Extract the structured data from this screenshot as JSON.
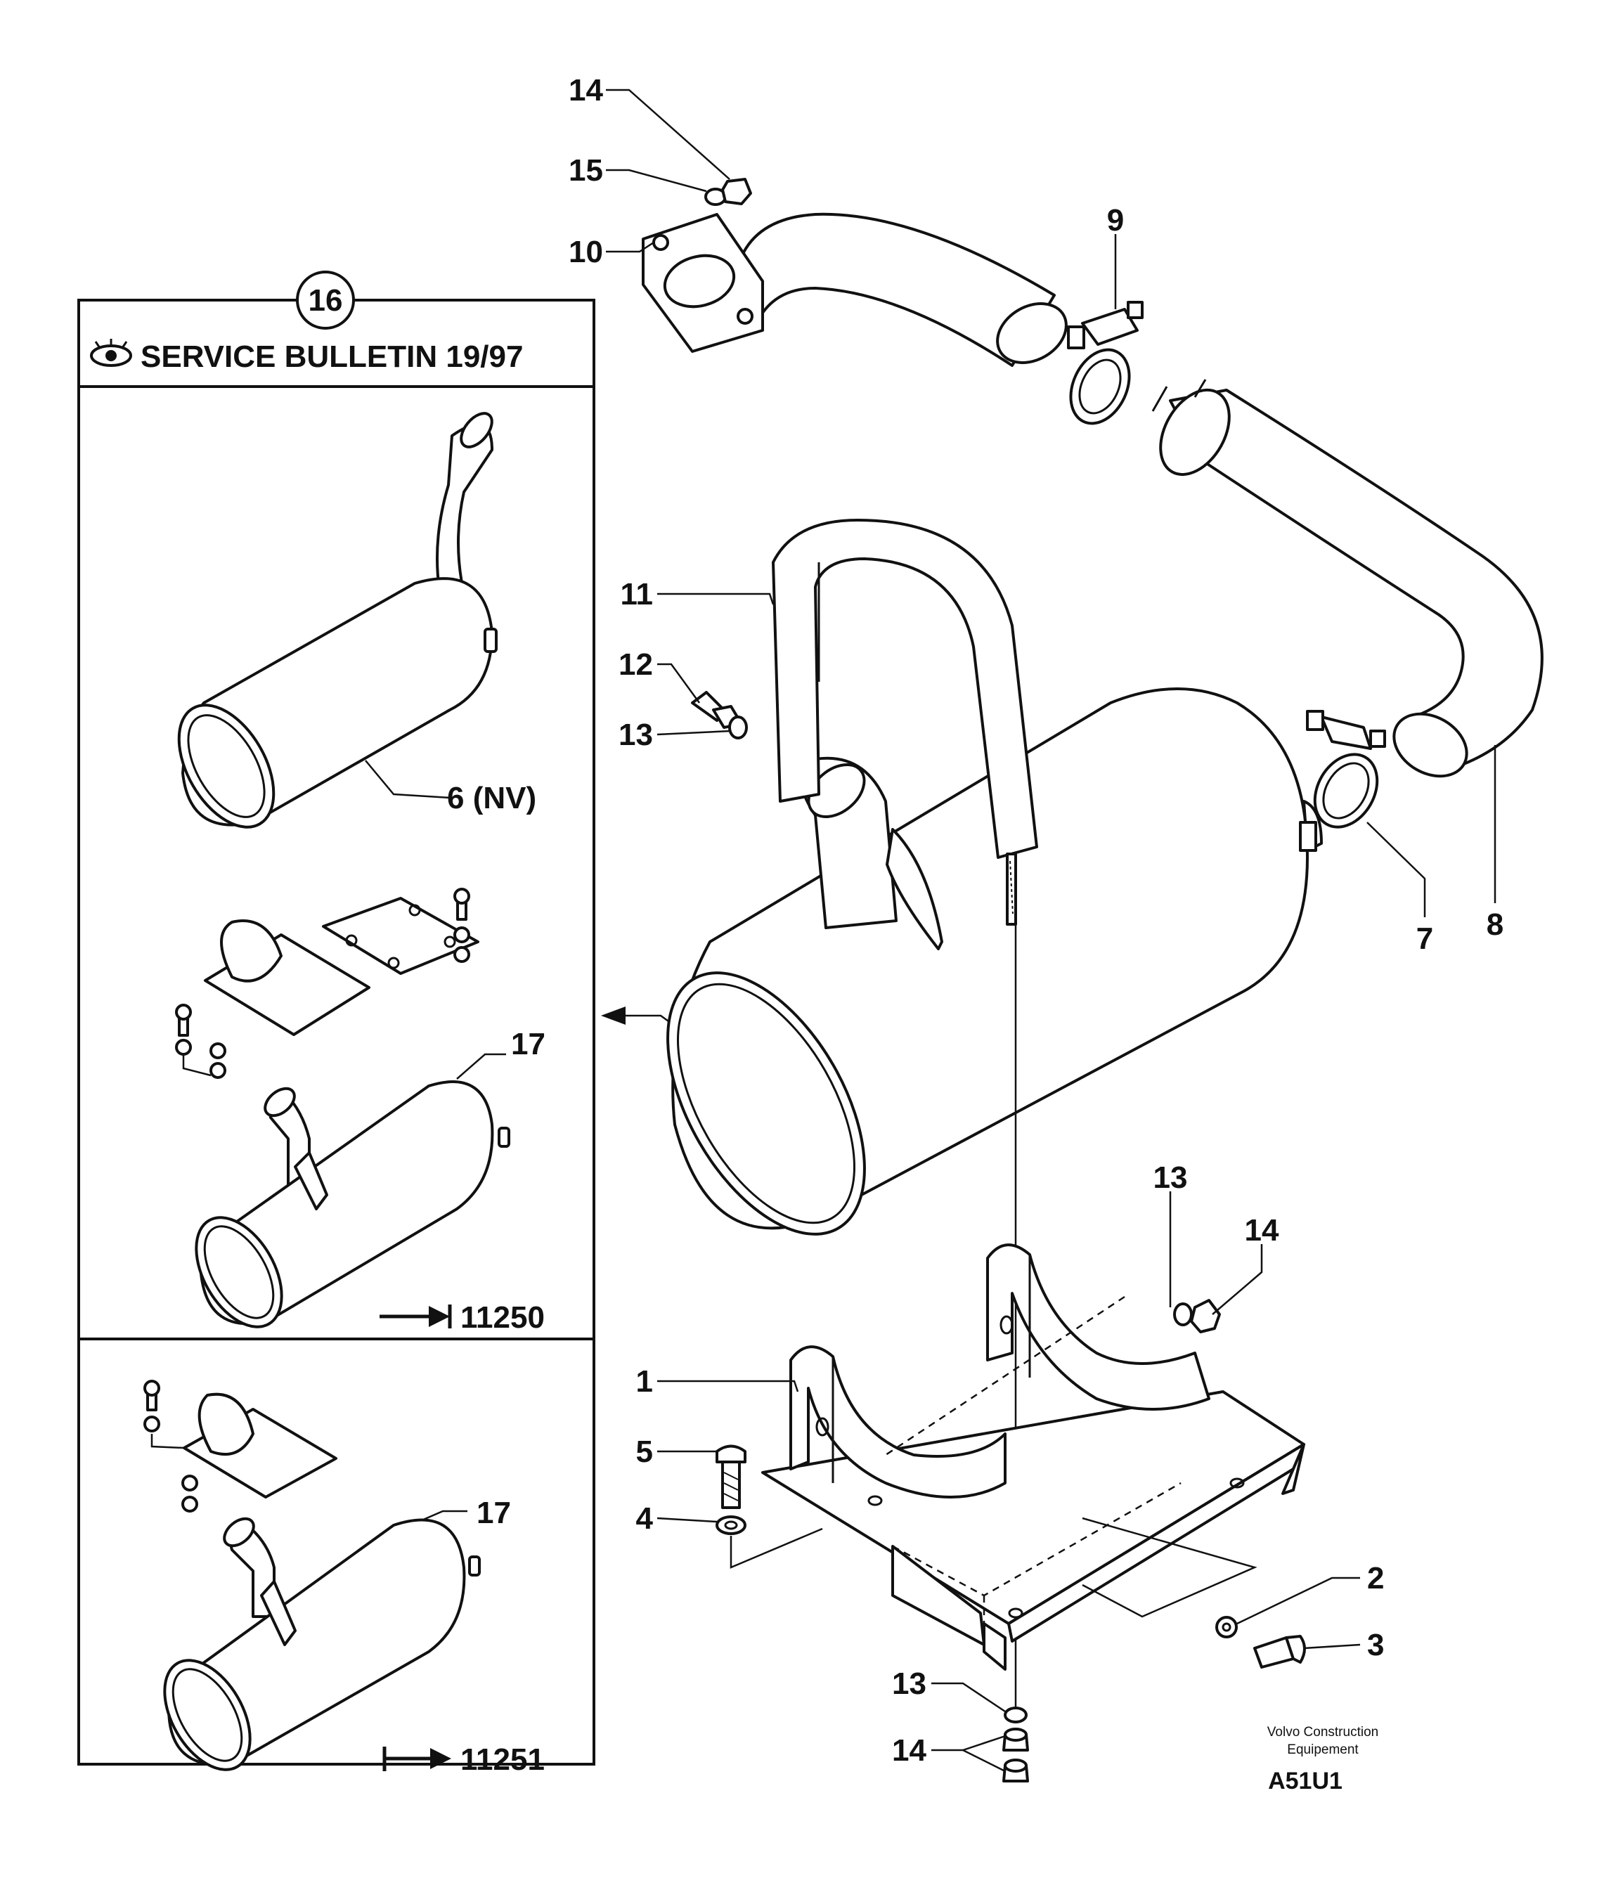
{
  "inset": {
    "bulletin_badge": "16",
    "bulletin_title": "SERVICE BULLETIN 19/97",
    "eye_icon": "eye-icon",
    "arrow_icon": "arrow-icon",
    "ref_top": "11250",
    "ref_bottom": "11251",
    "label_nv": "6 (NV)",
    "label_17a": "17",
    "label_17b": "17"
  },
  "callouts": {
    "c14_top": "14",
    "c15": "15",
    "c10": "10",
    "c9": "9",
    "c11": "11",
    "c12": "12",
    "c13_upper": "13",
    "c7": "7",
    "c8": "8",
    "c13_right": "13",
    "c14_right": "14",
    "c1": "1",
    "c5": "5",
    "c4": "4",
    "c2": "2",
    "c3": "3",
    "c13_bottom": "13",
    "c14_bottom": "14"
  },
  "footer": {
    "maker_line1": "Volvo Construction",
    "maker_line2": "Equipement",
    "code": "A51U1"
  }
}
